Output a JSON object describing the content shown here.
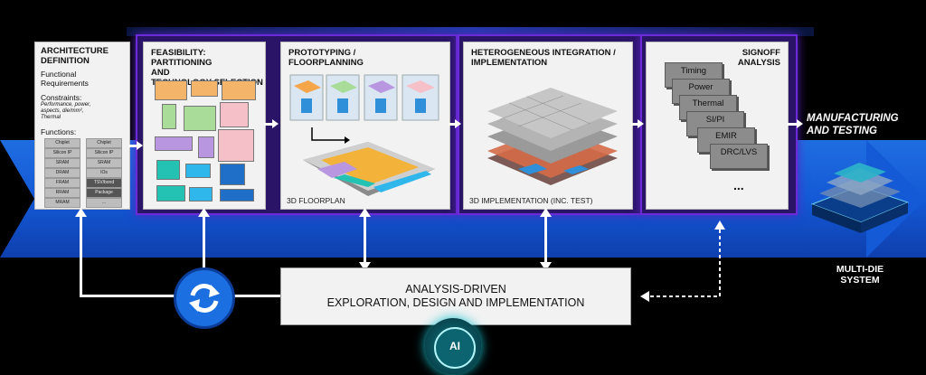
{
  "arch": {
    "title_line1": "ARCHITECTURE",
    "title_line2": "DEFINITION",
    "functional_line1": "Functional",
    "functional_line2": "Requirements",
    "constraints": "Constraints:",
    "constraints_detail_line1": "Performance, power,",
    "constraints_detail_line2": "aspects, die/mm²,",
    "constraints_detail_line3": "Thermal",
    "functions": "Functions:",
    "function_cells_left": [
      "Chiplet",
      "Silicon IP",
      "SRAM",
      "DRAM",
      "FRAM",
      "RRAM",
      "MRAM"
    ],
    "function_cells_right": [
      "Chiplet",
      "Silicon IP",
      "SRAM",
      "IOs",
      "TSV/bond",
      "Package",
      "..."
    ]
  },
  "feasibility": {
    "title_line1": "FEASIBILITY: PARTITIONING",
    "title_line2": "AND",
    "title_line3": "TECHNOLOGY SELECTION"
  },
  "prototyping": {
    "title_line1": "PROTOTYPING /",
    "title_line2": "FLOORPLANNING",
    "footer": "3D FLOORPLAN"
  },
  "hetero": {
    "title_line1": "HETEROGENEOUS INTEGRATION /",
    "title_line2": "IMPLEMENTATION",
    "footer": "3D IMPLEMENTATION (INC. TEST)"
  },
  "signoff": {
    "title_line1": "SIGNOFF",
    "title_line2": "ANALYSIS",
    "steps": [
      "Timing",
      "Power",
      "Thermal",
      "SI/PI",
      "EMIR",
      "DRC/LVS"
    ],
    "more": "..."
  },
  "manufacturing": {
    "line1": "MANUFACTURING",
    "line2": "AND TESTING"
  },
  "multi_die": {
    "line1": "MULTI-DIE",
    "line2": "SYSTEM"
  },
  "analysis": {
    "line1": "ANALYSIS-DRIVEN",
    "line2": "EXPLORATION, DESIGN AND IMPLEMENTATION"
  },
  "ai_badge": "AI",
  "colors": {
    "band": "#1459d6",
    "frame": "#6b2bd8",
    "teal": "#19c6d3"
  }
}
